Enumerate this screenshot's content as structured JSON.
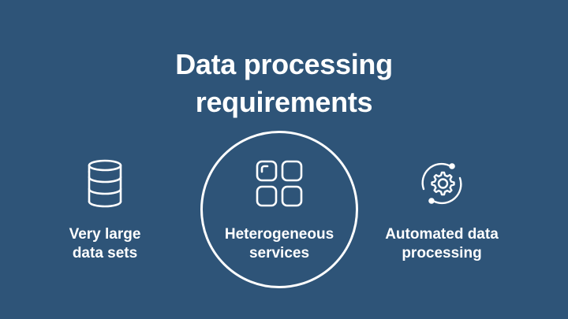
{
  "title": {
    "line1": "Data processing",
    "line2": "requirements"
  },
  "items": [
    {
      "icon": "database-icon",
      "line1": "Very large",
      "line2": "data sets"
    },
    {
      "icon": "grid-services-icon",
      "line1": "Heterogeneous",
      "line2": "services",
      "highlighted": true
    },
    {
      "icon": "gear-cycle-icon",
      "line1": "Automated data",
      "line2": "processing"
    }
  ],
  "colors": {
    "background": "#2e5478",
    "foreground": "#ffffff"
  }
}
